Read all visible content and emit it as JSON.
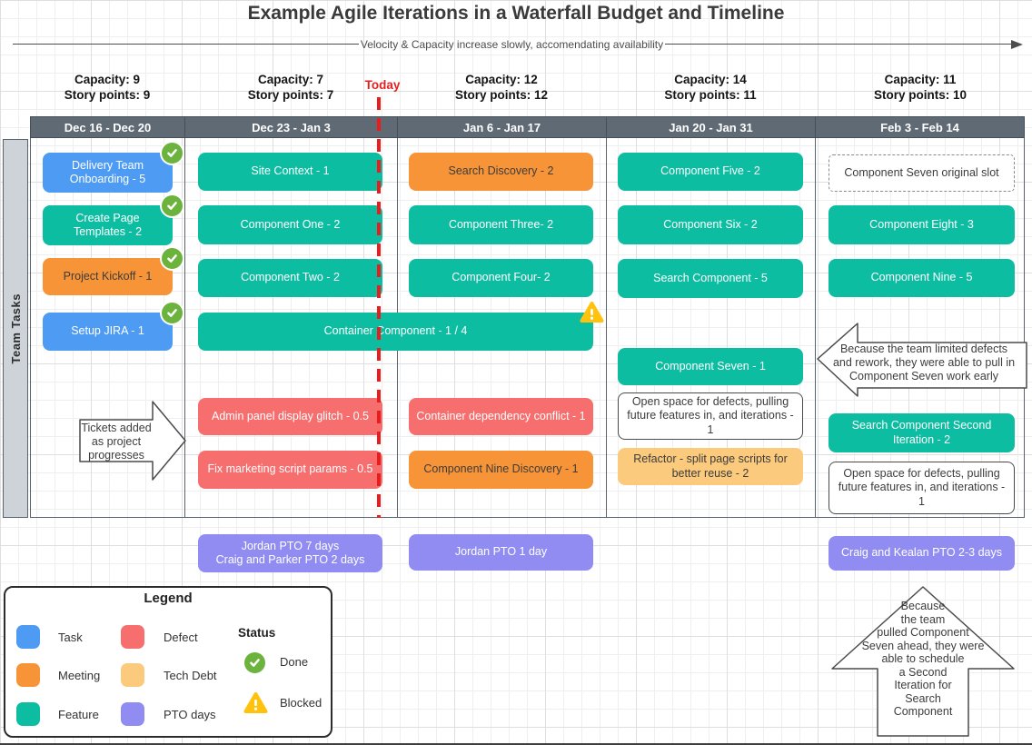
{
  "meta": {
    "title": "Example Agile Iterations in a Waterfall Budget and Timeline",
    "velocity_label": "Velocity & Capacity increase slowly, accomendating availability",
    "today_label": "Today",
    "team_tasks_label": "Team Tasks"
  },
  "colors": {
    "task": "#4d9bf2",
    "meeting": "#f79438",
    "feature": "#0dbda2",
    "defect": "#f76e6e",
    "tech_debt": "#fbca7d",
    "pto": "#918cf2",
    "done": "#6cb33e",
    "blocked": "#ffc20e",
    "header": "#5f6a75",
    "today": "#ea1c1c"
  },
  "board": {
    "columns": [
      {
        "header": "Dec 16 - Dec 20",
        "capacity": "Capacity: 9",
        "story_points": "Story points: 9",
        "cards": [
          {
            "label": "Delivery Team Onboarding - 5",
            "type": "task",
            "status": "done"
          },
          {
            "label": "Create Page Templates - 2",
            "type": "feature",
            "status": "done"
          },
          {
            "label": "Project Kickoff - 1",
            "type": "meeting",
            "status": "done"
          },
          {
            "label": "Setup JIRA - 1",
            "type": "task",
            "status": "done"
          }
        ]
      },
      {
        "header": "Dec 23 - Jan 3",
        "capacity": "Capacity: 7",
        "story_points": "Story points: 7",
        "cards": [
          {
            "label": "Site Context - 1",
            "type": "feature"
          },
          {
            "label": "Component One - 2",
            "type": "feature"
          },
          {
            "label": "Component Two - 2",
            "type": "feature"
          },
          {
            "label": "Container Component - 1 / 4",
            "type": "feature",
            "status": "blocked"
          },
          {
            "label": "Admin panel display glitch - 0.5",
            "type": "defect"
          },
          {
            "label": "Fix marketing script params - 0.5",
            "type": "defect"
          }
        ]
      },
      {
        "header": "Jan 6 - Jan 17",
        "capacity": "Capacity: 12",
        "story_points": "Story points: 12",
        "cards": [
          {
            "label": "Search Discovery - 2",
            "type": "meeting"
          },
          {
            "label": "Component Three- 2",
            "type": "feature"
          },
          {
            "label": "Component Four- 2",
            "type": "feature"
          },
          {
            "label": "Container dependency conflict - 1",
            "type": "defect"
          },
          {
            "label": "Component Nine Discovery - 1",
            "type": "meeting"
          }
        ]
      },
      {
        "header": "Jan 20 - Jan 31",
        "capacity": "Capacity: 14",
        "story_points": "Story points: 11",
        "cards": [
          {
            "label": "Component Five - 2",
            "type": "feature"
          },
          {
            "label": "Component Six - 2",
            "type": "feature"
          },
          {
            "label": "Search Component - 5",
            "type": "feature"
          },
          {
            "label": "Component Seven - 1",
            "type": "feature"
          },
          {
            "label": "Open space for defects, pulling future features in, and iterations - 1",
            "type": "note"
          },
          {
            "label": "Refactor - split page scripts for better reuse - 2",
            "type": "tech_debt"
          }
        ]
      },
      {
        "header": "Feb 3 - Feb 14",
        "capacity": "Capacity: 11",
        "story_points": "Story points: 10",
        "cards": [
          {
            "label": "Component Seven original slot",
            "type": "placeholder"
          },
          {
            "label": "Component Eight - 3",
            "type": "feature"
          },
          {
            "label": "Component Nine - 5",
            "type": "feature"
          },
          {
            "label": "Search Component Second Iteration - 2",
            "type": "feature"
          },
          {
            "label": "Open space for defects, pulling future features in, and iterations - 1",
            "type": "note"
          }
        ]
      }
    ]
  },
  "pto": [
    "Jordan PTO 7 days\nCraig and Parker PTO 2 days",
    "Jordan PTO 1 day",
    "Craig and Kealan PTO 2-3 days"
  ],
  "annotations": {
    "tickets_added": "Tickets added\nas project\nprogresses",
    "pulled_in_seven": "Because the team limited defects\nand rework, they were able to pull in\nComponent Seven work early",
    "second_iteration": "Because\nthe team\npulled Component\nSeven ahead, they were\nable to schedule\na Second\nIteration for\nSearch\nComponent"
  },
  "legend": {
    "title": "Legend",
    "items": [
      {
        "label": "Task",
        "color_key": "task"
      },
      {
        "label": "Meeting",
        "color_key": "meeting"
      },
      {
        "label": "Feature",
        "color_key": "feature"
      },
      {
        "label": "Defect",
        "color_key": "defect"
      },
      {
        "label": "Tech Debt",
        "color_key": "tech_debt"
      },
      {
        "label": "PTO days",
        "color_key": "pto"
      }
    ],
    "status_title": "Status",
    "done_label": "Done",
    "blocked_label": "Blocked"
  }
}
